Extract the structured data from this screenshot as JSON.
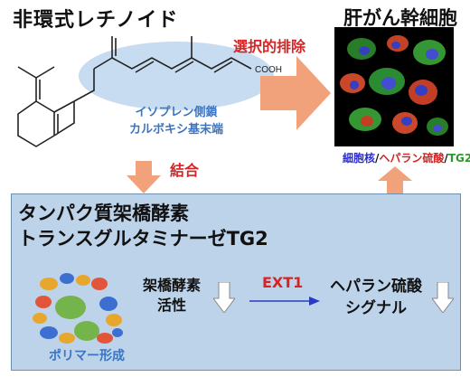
{
  "titles": {
    "left": "非環式レチノイド",
    "right": "肝がん幹細胞"
  },
  "molecule": {
    "cooh_label": "COOH",
    "isoprene_line1": "イソプレン側鎖",
    "isoprene_line2": "カルボキシ基末端"
  },
  "arrows": {
    "selective_label": "選択的排除",
    "binding_label": "結合"
  },
  "stain": {
    "part1": "細胞核",
    "slash": "/",
    "part2": "ヘパラン硫酸",
    "part3": "TG2"
  },
  "panel": {
    "title_line1": "タンパク質架橋酵素",
    "title_line2": "トランスグルタミナーゼTG2",
    "crosslink_line1": "架橋酵素",
    "crosslink_line2": "活性",
    "ext1_label": "EXT1",
    "heparan_line1": "ヘパラン硫酸",
    "heparan_line2": "シグナル",
    "polymer_label": "ポリマー形成"
  },
  "colors": {
    "arrow_orange": "#f2a27a",
    "panel_bg": "#bcd3ea",
    "highlight_red": "#d62424",
    "accent_blue": "#3b74c0"
  }
}
